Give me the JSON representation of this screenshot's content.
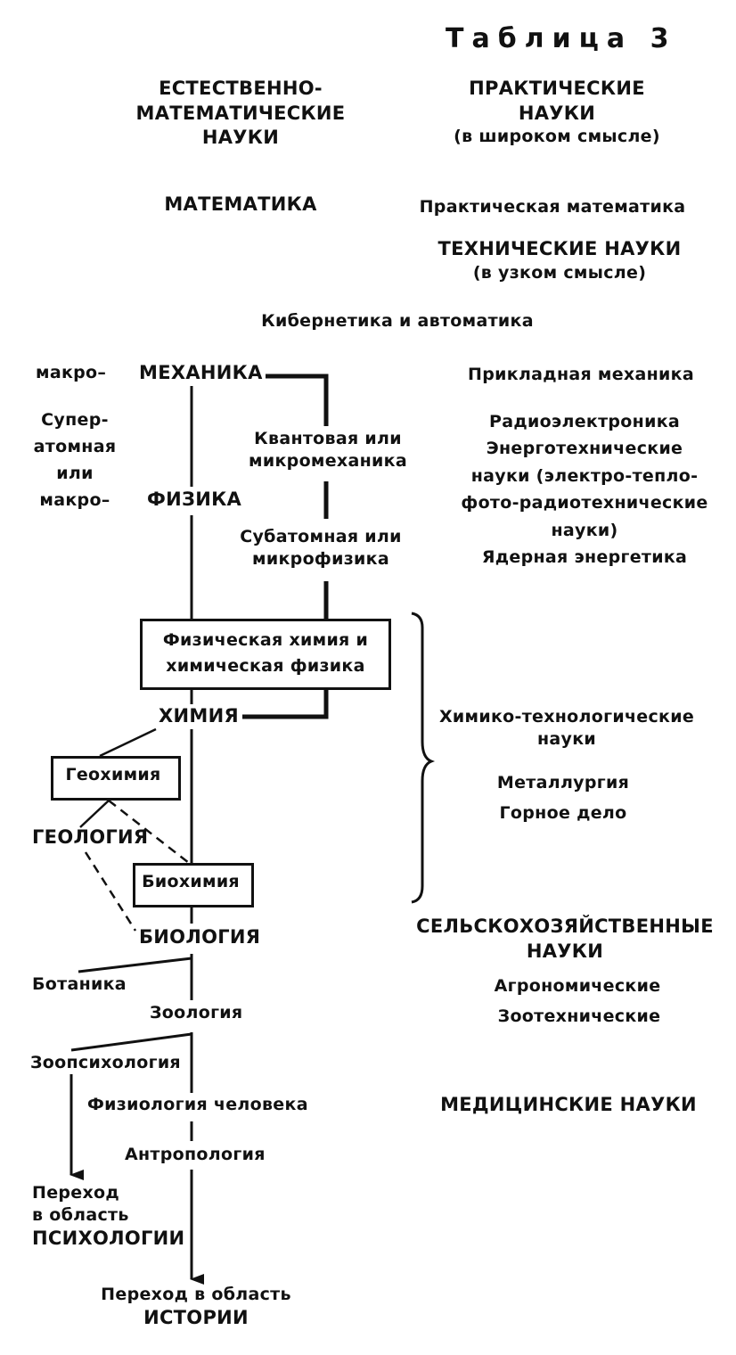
{
  "title": "Таблица 3",
  "headers": {
    "natural_math": [
      "ЕСТЕСТВЕННО-",
      "МАТЕМАТИЧЕСКИЕ",
      "НАУКИ"
    ],
    "practical": [
      "ПРАКТИЧЕСКИЕ",
      "НАУКИ",
      "(в широком смысле)"
    ]
  },
  "left_column": {
    "mathematics": "МАТЕМАТИКА",
    "cybernetics": "Кибернетика и автоматика",
    "macro_1": "макро–",
    "mechanics": "МЕХАНИКА",
    "superatomic": [
      "Супер-",
      "атомная",
      "или",
      "макро–"
    ],
    "physics": "ФИЗИКА",
    "quantum": [
      "Квантовая или",
      "микромеханика"
    ],
    "subatomic": [
      "Субатомная или",
      "микрофизика"
    ],
    "physical_chemistry": [
      "Физическая химия и",
      "химическая физика"
    ],
    "chemistry": "ХИМИЯ",
    "geochemistry": "Геохимия",
    "geology": "ГЕОЛОГИЯ",
    "biochemistry": "Биохимия",
    "biology": "БИОЛОГИЯ",
    "botany": "Ботаника",
    "zoology": "Зоология",
    "zoopsychology": "Зоопсихология",
    "human_physiology": "Физиология человека",
    "anthropology": "Антропология",
    "psychology_transition": [
      "Переход",
      "в область",
      "ПСИХОЛОГИИ"
    ],
    "history_transition": [
      "Переход в область",
      "ИСТОРИИ"
    ]
  },
  "right_column": {
    "practical_math": "Практическая математика",
    "technical": [
      "ТЕХНИЧЕСКИЕ НАУКИ",
      "(в узком смысле)"
    ],
    "applied_mechanics": "Прикладная механика",
    "engineering": [
      "Радиоэлектроника",
      "Энерготехнические",
      "науки (электро-тепло-",
      "фото-радиотехнические",
      "науки)",
      "Ядерная энергетика"
    ],
    "chem_tech": [
      "Химико-технологические",
      "науки"
    ],
    "metallurgy": "Металлургия",
    "mining": "Горное дело",
    "agricultural": [
      "СЕЛЬСКОХОЗЯЙСТВЕННЫЕ",
      "НАУКИ"
    ],
    "agronomic": "Агрономические",
    "zootechnical": "Зоотехнические",
    "medical": "МЕДИЦИНСКИЕ НАУКИ"
  }
}
